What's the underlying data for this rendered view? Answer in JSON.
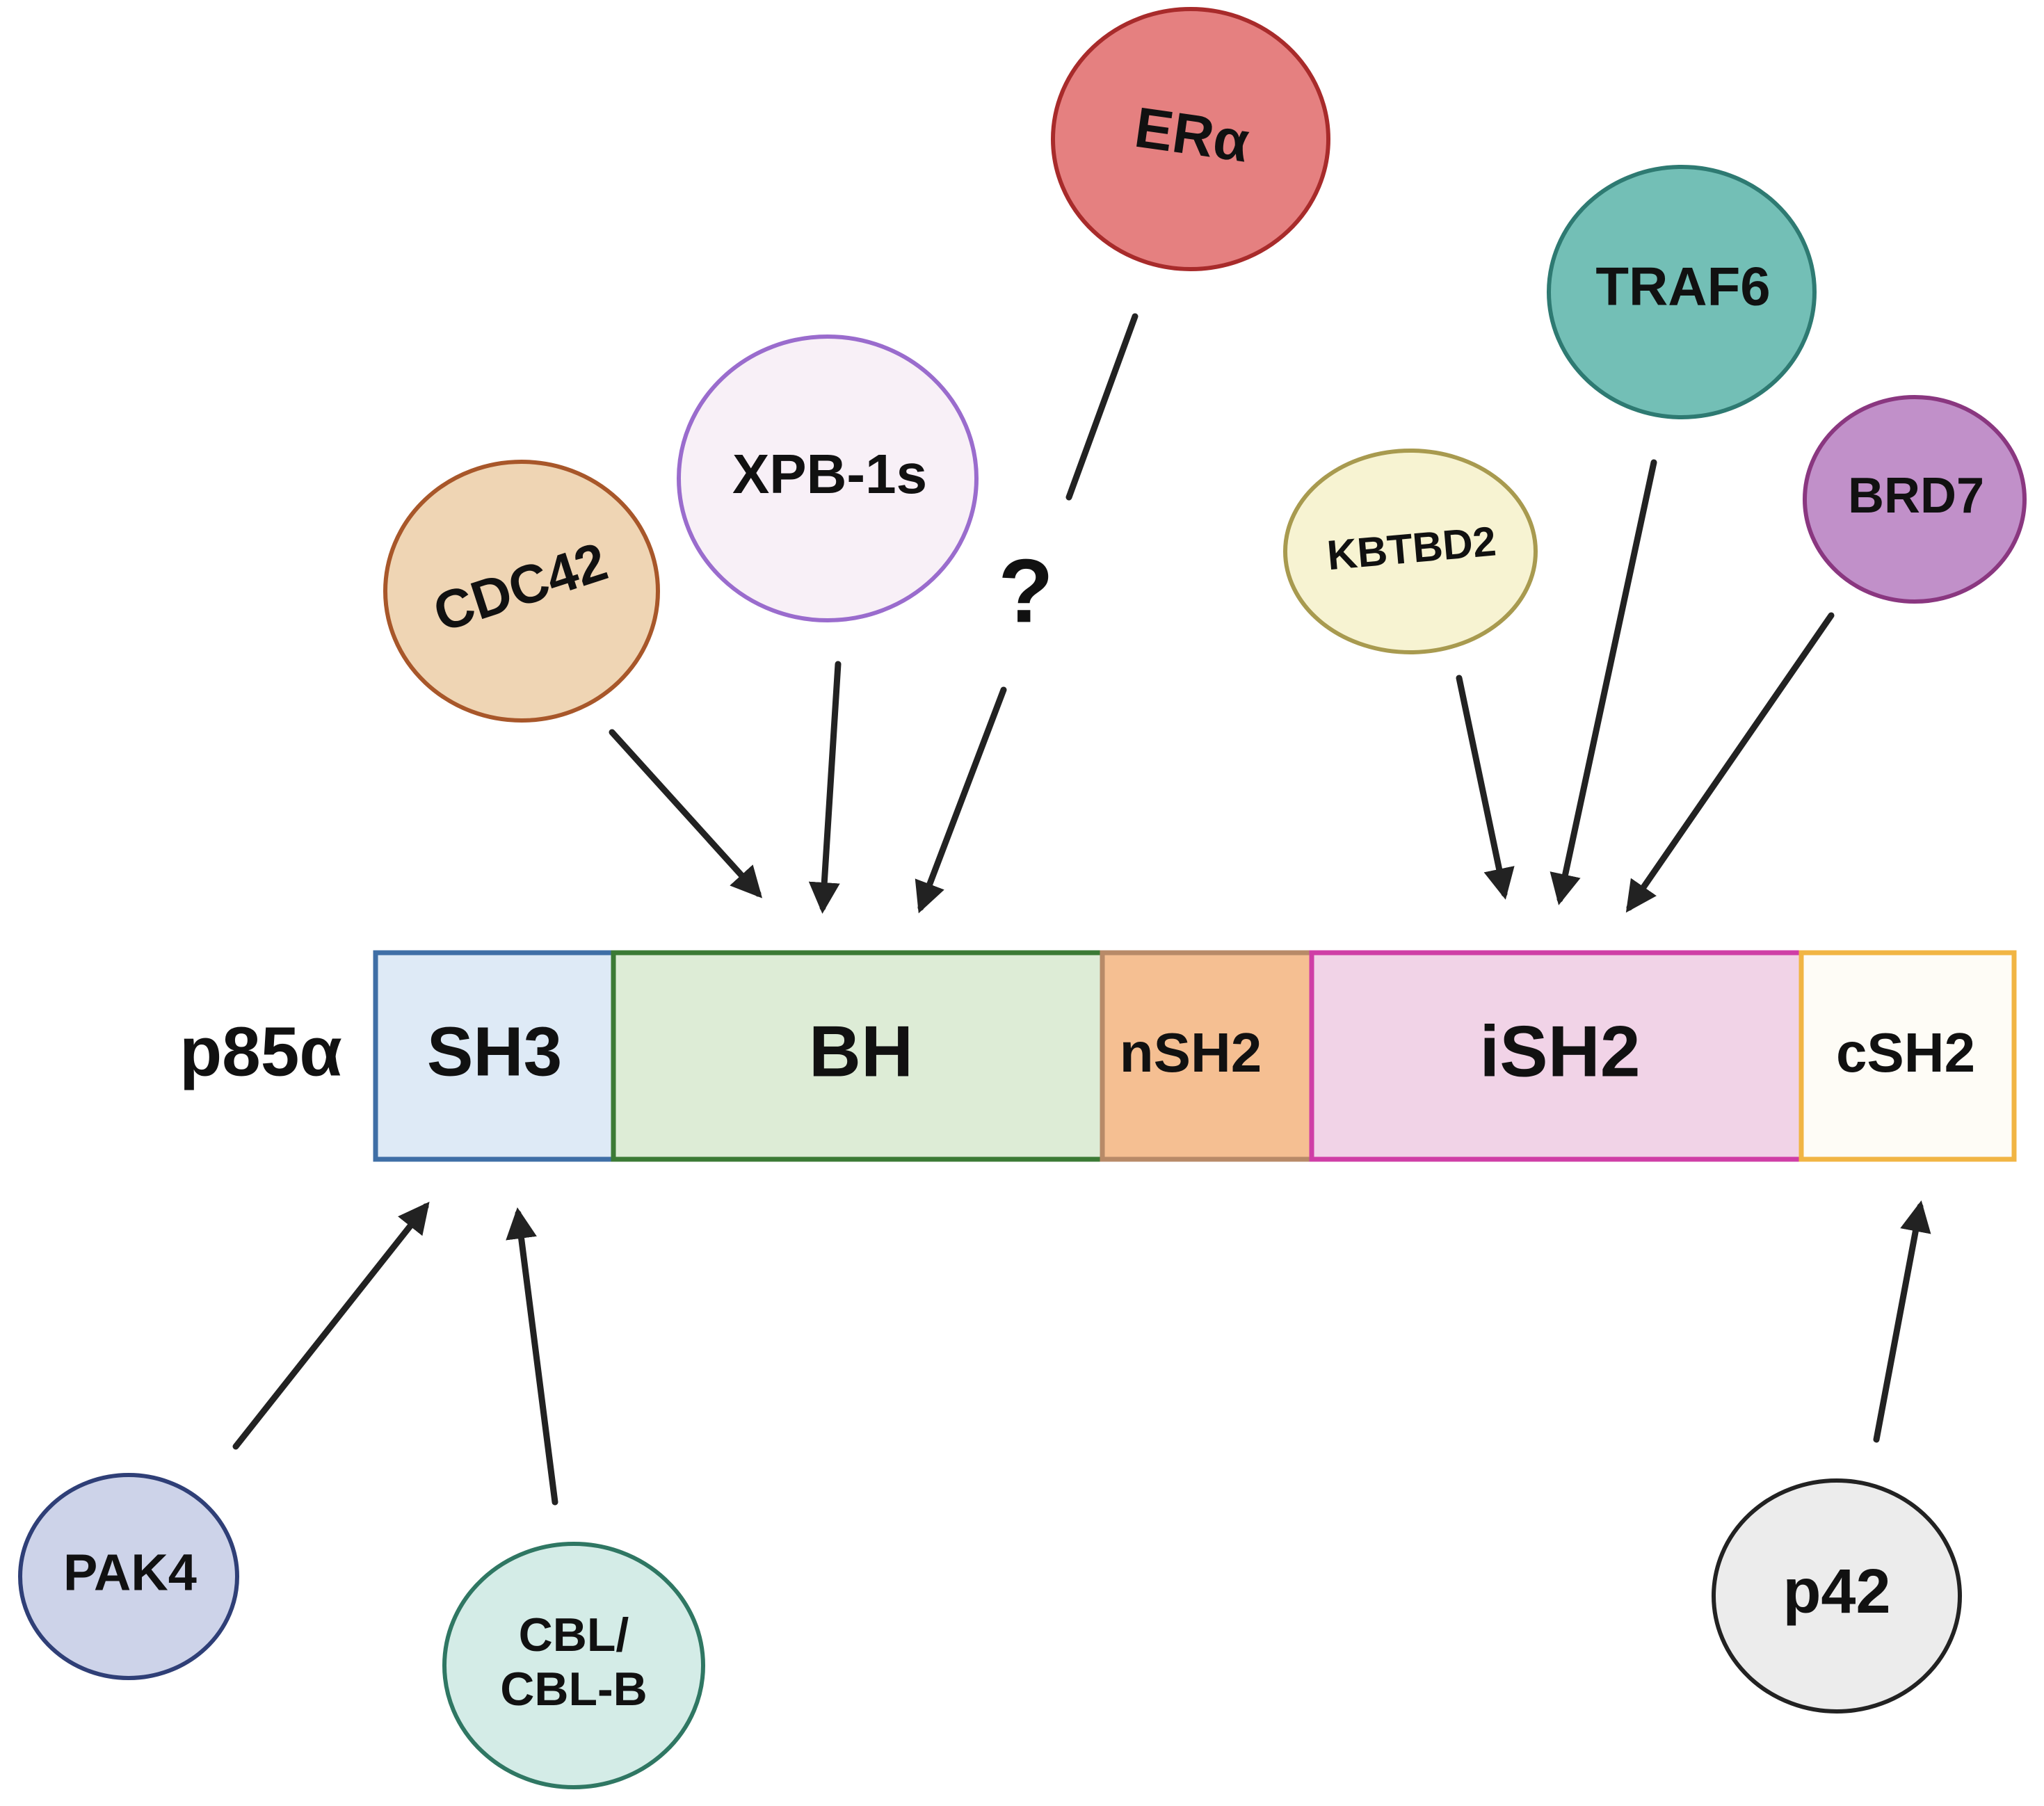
{
  "protein": {
    "name": "p85α",
    "domains": [
      {
        "id": "sh3",
        "label": "SH3",
        "fill": "#deeaf6",
        "stroke": "#3f6fa6"
      },
      {
        "id": "bh",
        "label": "BH",
        "fill": "#ddecd6",
        "stroke": "#3b7a35"
      },
      {
        "id": "nsh2",
        "label": "nSH2",
        "fill": "#f5bf92",
        "stroke": "#b88a68"
      },
      {
        "id": "ish2",
        "label": "iSH2",
        "fill": "#f1d3e7",
        "stroke": "#cf3ea6"
      },
      {
        "id": "csh2",
        "label": "cSH2",
        "fill": "#fefcf6",
        "stroke": "#f1b544"
      }
    ]
  },
  "interactors": [
    {
      "id": "cdc42",
      "label": "CDC42",
      "target": "BH",
      "fill": "#efd5b4",
      "stroke": "#a8572a"
    },
    {
      "id": "xpb1s",
      "label": "XPB-1s",
      "target": "BH",
      "fill": "#f8f0f7",
      "stroke": "#9a6ccd"
    },
    {
      "id": "era",
      "label": "ERα",
      "target": "BH",
      "fill": "#e58080",
      "stroke": "#a82b2b"
    },
    {
      "id": "kbtbd2",
      "label": "KBTBD2",
      "target": "iSH2",
      "fill": "#f7f3d2",
      "stroke": "#a89a4f"
    },
    {
      "id": "traf6",
      "label": "TRAF6",
      "target": "iSH2",
      "fill": "#73bfb6",
      "stroke": "#2e7a72"
    },
    {
      "id": "brd7",
      "label": "BRD7",
      "target": "iSH2",
      "fill": "#c190c9",
      "stroke": "#8a3780"
    },
    {
      "id": "pak4",
      "label": "PAK4",
      "target": "SH3",
      "fill": "#cdd3e9",
      "stroke": "#2f3f77"
    },
    {
      "id": "cblcblb",
      "label": "CBL/\nCBL-B",
      "target": "SH3",
      "fill": "#d4ece7",
      "stroke": "#2f7763"
    },
    {
      "id": "p42",
      "label": "p42",
      "target": "cSH2",
      "fill": "#ececec",
      "stroke": "#222222"
    }
  ],
  "question_mark": "?"
}
